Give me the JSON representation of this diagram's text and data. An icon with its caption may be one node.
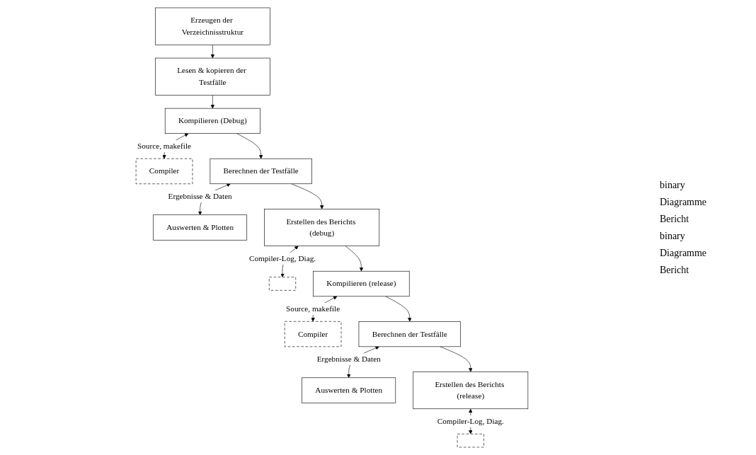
{
  "diagram": {
    "nodes": [
      {
        "text": [
          "Erzeugen der Verzeichnisstruktur"
        ]
      },
      {
        "text": [
          "Lesen & kopieren der Testfälle"
        ]
      },
      {
        "text": [
          "Kompilieren (Debug)"
        ]
      },
      {
        "text": [
          "Compiler"
        ]
      },
      {
        "text": [
          "Berechnen der Testfälle"
        ]
      },
      {
        "text": [
          "Auswerten & Plotten"
        ]
      },
      {
        "text": [
          "Erstellen des Berichts (debug)"
        ]
      },
      {
        "text": [],
        "shape": "box"
      },
      {
        "text": [
          "Kompilieren (release)"
        ]
      },
      {
        "text": [
          "Compiler"
        ]
      },
      {
        "text": [
          "Berechnen der Testfälle"
        ]
      },
      {
        "text": [
          "Auswerten & Plotten"
        ]
      },
      {
        "text": [
          "Erstellen des Berichts (release)"
        ]
      },
      {
        "text": [],
        "shape": "box"
      }
    ],
    "edges": [
      {
        "from": 0,
        "to": 1,
        "arrow": "to"
      },
      {
        "from": 1,
        "to": 2,
        "arrow": "to"
      },
      {
        "from": 2,
        "to": 3,
        "arrow": "both",
        "label": "Source, makefile"
      },
      {
        "from": 2,
        "to": 4,
        "arrow": "to"
      },
      {
        "from": 4,
        "to": 5,
        "arrow": "both",
        "label": "Ergebnisse & Daten"
      },
      {
        "from": 4,
        "to": 6,
        "arrow": "to"
      },
      {
        "from": 6,
        "to": 7,
        "arrow": "both",
        "label": "Compiler-Log, Diag."
      },
      {
        "from": 6,
        "to": 8,
        "arrow": "to"
      },
      {
        "from": 8,
        "to": 9,
        "arrow": "both",
        "label": "Source, makefile"
      },
      {
        "from": 8,
        "to": 10,
        "arrow": "to"
      },
      {
        "from": 10,
        "to": 11,
        "arrow": "both",
        "label": "Ergebnisse & Daten"
      },
      {
        "from": 10,
        "to": 12,
        "arrow": "to"
      },
      {
        "from": 12,
        "to": 13,
        "arrow": "both",
        "label": "Compiler-Log, Diag."
      }
    ],
    "labels": [
      "binary",
      "Diagramme",
      "Bericht",
      "binary",
      "Diagramme",
      "Bericht"
    ]
  }
}
